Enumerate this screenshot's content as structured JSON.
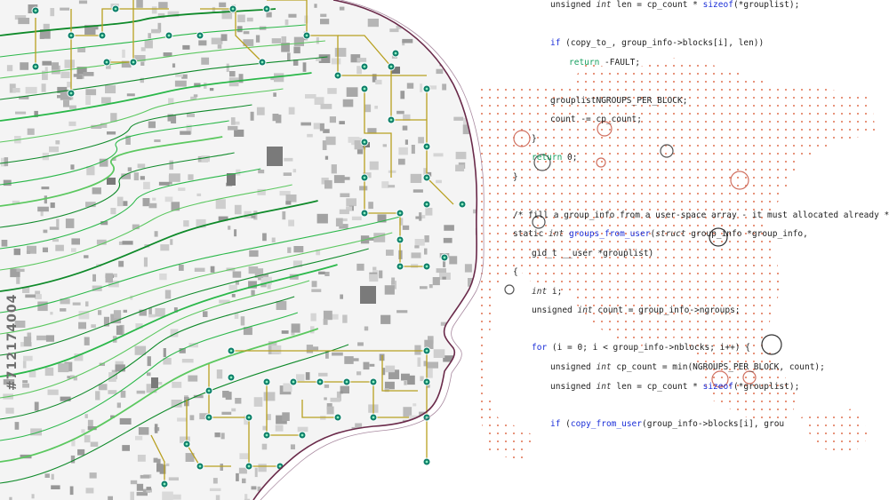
{
  "stock_id": "#712174004",
  "colors": {
    "background": "#ffffff",
    "green_lines": "#22a83a",
    "circuit_gold": "#b8a020",
    "node_teal": "#0e7f6a",
    "dot_map": "#e07050",
    "code_blue": "#1a2ed8",
    "profile_outline": "#6a2a4a"
  },
  "code": {
    "l1": [
      "unsigned ",
      "int",
      " len = cp_count * ",
      "sizeof",
      "(*grouplist);"
    ],
    "l2": [
      "if",
      " (copy_to_, group_info->blocks[i], len))"
    ],
    "l3": [
      "return",
      " -FAULT;"
    ],
    "l4": "grouplistNGROUPS_PER_BLOCK;",
    "l5": "count -= cp_count;",
    "l6": "}",
    "l7": [
      "return",
      " 0;"
    ],
    "l8": "}",
    "l9": "/* fill a group_info from a user-space array - it must allocated already */",
    "l10": [
      "static ",
      "int",
      " ",
      "groups_from_user",
      "(",
      "struct",
      " group_info *group_info,"
    ],
    "l11": [
      "gid_t",
      " __user *grouplist)"
    ],
    "l12": "{",
    "l13": [
      "int",
      " i;"
    ],
    "l14": [
      "unsigned ",
      "int",
      " count = group_info->ngroups;"
    ],
    "l15": [
      "for",
      " (i = 0; i < group_info->nblocks; i++) {"
    ],
    "l16": [
      "unsigned ",
      "int",
      " cp_count = min(NGROUPS_PER_BLOCK, count);"
    ],
    "l17": [
      "unsigned ",
      "int",
      " len = cp_count * ",
      "sizeof",
      "(*grouplist);"
    ],
    "l18": [
      "if",
      " (",
      "copy_from_user",
      "(group_info->blocks[i], grou"
    ]
  }
}
